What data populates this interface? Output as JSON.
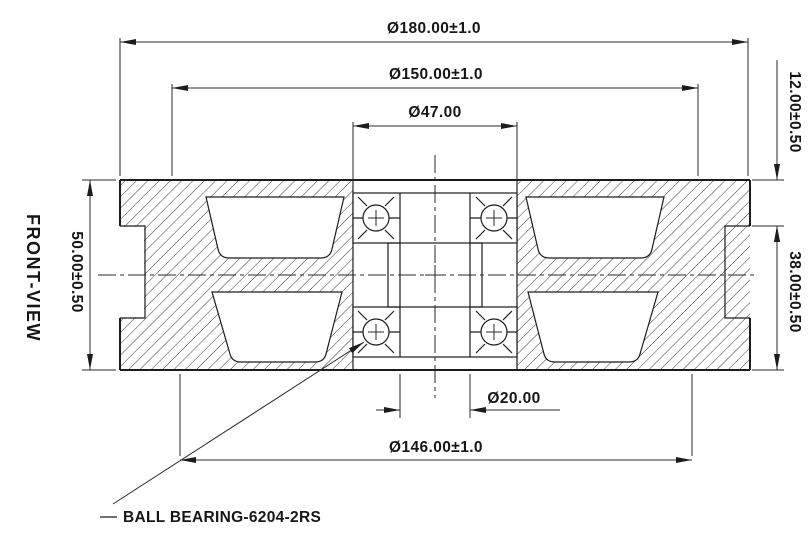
{
  "page": {
    "background": "#ffffff",
    "line_color": "#1c1c1c"
  },
  "view": {
    "label": "FRONT-VIEW"
  },
  "dims": {
    "outer_diameter": "Ø180.00±1.0",
    "step_diameter": "Ø150.00±1.0",
    "bearing_od": "Ø47.00",
    "flange_width": "12.00±0.50",
    "overall_width": "50.00±0.50",
    "tread_width": "38.00±0.50",
    "bore_diameter": "Ø20.00",
    "tread_diameter": "Ø146.00±1.0"
  },
  "callout": {
    "bearing": "BALL BEARING-6204-2RS"
  }
}
